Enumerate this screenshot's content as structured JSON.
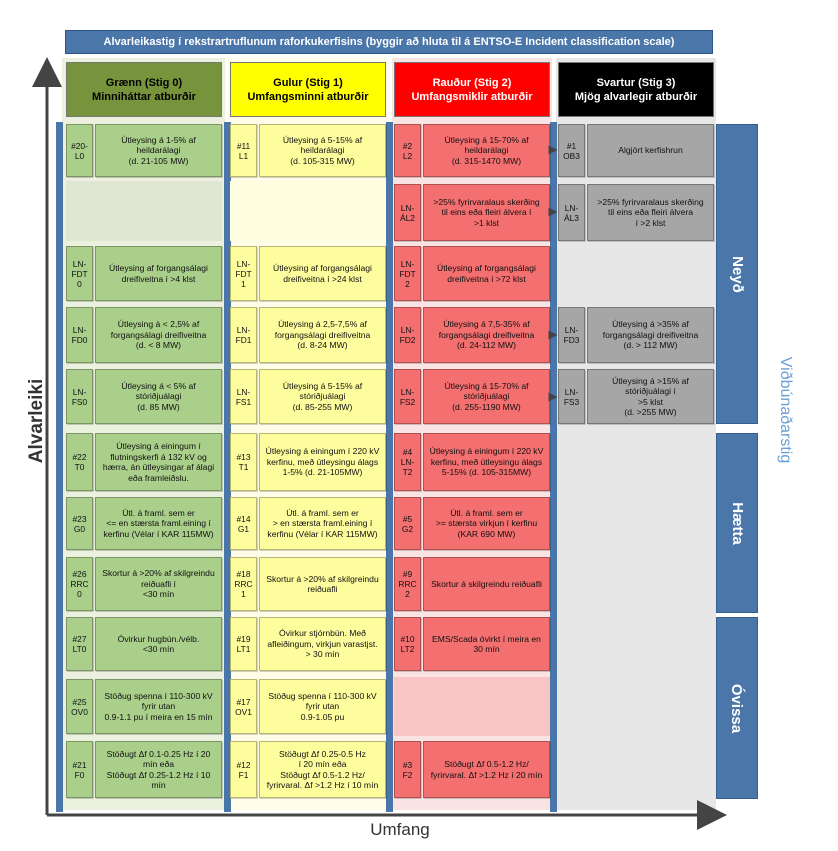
{
  "title": "Alvarleikastig í rekstrartruflunum raforkukerfisins (byggir að hluta til á ENTSO-E Incident classification scale)",
  "axis": {
    "y": "Alvarleiki",
    "x": "Umfang",
    "side": "Viðbúnaðarstig"
  },
  "levels": {
    "neyd": "Neyð",
    "haetta": "Hætta",
    "ovissa": "Óvissa"
  },
  "headers": {
    "green": {
      "line1": "Grænn (Stig 0)",
      "line2": "Minniháttar atburðir"
    },
    "yellow": {
      "line1": "Gulur (Stig 1)",
      "line2": "Umfangsminni atburðir"
    },
    "red": {
      "line1": "Rauður (Stig 2)",
      "line2": "Umfangsmiklir atburðir"
    },
    "black": {
      "line1": "Svartur (Stig 3)",
      "line2": "Mjög alvarlegir atburðir"
    }
  },
  "colors": {
    "green": "#a9cf8a",
    "yellow": "#fdfd9e",
    "red": "#f46f6f",
    "black": "#a6a6a6",
    "accent": "#4a76a9"
  },
  "rows": {
    "l": {
      "green": {
        "code": "#20-\nL0",
        "text": "Útleysing á 1-5% af\nheildarálagi\n(d. 21-105 MW)"
      },
      "yellow": {
        "code": "#11\nL1",
        "text": "Útleysing á 5-15% af\nheildarálagi\n(d. 105-315 MW)"
      },
      "red": {
        "code": "#2\nL2",
        "text": "Útleysing á 15-70% af\nheildarálagi\n(d. 315-1470 MW)"
      },
      "black": {
        "code": "#1\nOB3",
        "text": "Algjört kerfishrun"
      }
    },
    "al": {
      "red": {
        "code": "LN-\nÁL2",
        "text": ">25% fyrirvaralaus skerðing\ntil eins eða fleiri álvera í\n>1 klst"
      },
      "black": {
        "code": "LN-\nÁL3",
        "text": ">25% fyrirvaralaus skerðing\ntil eins eða fleiri álvera\ní >2 klst"
      }
    },
    "fdt": {
      "green": {
        "code": "LN-\nFDT\n0",
        "text": "Útleysing af forgangsálagi\ndreifiveitna í >4 klst"
      },
      "yellow": {
        "code": "LN-\nFDT\n1",
        "text": "Útleysing af forgangsálagi\ndreifiveitna í >24 klst"
      },
      "red": {
        "code": "LN-\nFDT\n2",
        "text": "Útleysing af forgangsálagi\ndreifiveitna í >72 klst"
      }
    },
    "fd": {
      "green": {
        "code": "LN-\nFD0",
        "text": "Útleysing á < 2,5% af\nforgangsálagi dreifiveitna\n(d. < 8 MW)"
      },
      "yellow": {
        "code": "LN-\nFD1",
        "text": "Útleysing á 2,5-7,5% af\nforgangsálagi dreifiveitna\n(d. 8-24 MW)"
      },
      "red": {
        "code": "LN-\nFD2",
        "text": "Útleysing á 7,5-35% af\nforgangsálagi dreifiveitna\n(d. 24-112 MW)"
      },
      "black": {
        "code": "LN-\nFD3",
        "text": "Útleysing á >35% af\nforgangsálagi dreifiveitna\n(d. > 112 MW)"
      }
    },
    "fs": {
      "green": {
        "code": "LN-\nFS0",
        "text": "Útleysing á < 5% af\nstóriðjuálagi\n(d.  85 MW)"
      },
      "yellow": {
        "code": "LN-\nFS1",
        "text": "Útleysing á 5-15% af\nstóriðjuálagi\n(d. 85-255 MW)"
      },
      "red": {
        "code": "LN-\nFS2",
        "text": "Útleysing á 15-70% af\nstóriðjuálagi\n(d. 255-1190 MW)"
      },
      "black": {
        "code": "LN-\nFS3",
        "text": "Útleysing á >15% af\nstóriðjuálagi í\n>5 klst\n(d. >255 MW)"
      }
    },
    "t": {
      "green": {
        "code": "#22\nT0",
        "text": "Útleysing á einingum í\nflutningskerfi á 132 kV og\nhærra, án útleysingar af álagi\neða framleiðslu."
      },
      "yellow": {
        "code": "#13\nT1",
        "text": "Útleysing á einingum í 220 kV\nkerfinu, með útleysingu álags\n1-5% (d. 21-105MW)"
      },
      "red": {
        "code": "#4\nLN-\nT2",
        "text": "Útleysing á einingum í 220 kV\nkerfinu, með útleysingu álags\n5-15% (d. 105-315MW)"
      }
    },
    "g": {
      "green": {
        "code": "#23\nG0",
        "text": "Útl. á framl. sem er\n<= en stærsta framl.eining í\nkerfinu (Vélar í KAR 115MW)"
      },
      "yellow": {
        "code": "#14\nG1",
        "text": "Útl. á framl. sem er\n> en stærsta framl.eining í\nkerfinu (Vélar í KAR 115MW)"
      },
      "red": {
        "code": "#5\nG2",
        "text": "Útl. á framl. sem er\n>= stærsta virkjun í kerfinu\n(KAR 690 MW)"
      }
    },
    "rrc": {
      "green": {
        "code": "#26\nRRC\n0",
        "text": "Skortur á >20% af skilgreindu\nreiðuafli í\n<30 mín"
      },
      "yellow": {
        "code": "#18\nRRC\n1",
        "text": "Skortur á >20% af skilgreindu\nreiðuafli"
      },
      "red": {
        "code": "#9\nRRC\n2",
        "text": "Skortur á skilgreindu reiðuafli"
      }
    },
    "lt": {
      "green": {
        "code": "#27\nLT0",
        "text": "Óvirkur hugbún./vélb.\n<30 mín"
      },
      "yellow": {
        "code": "#19\nLT1",
        "text": "Óvirkur stjórnbún. Með\nafleiðingum, virkjun varastjst.\n> 30 mín"
      },
      "red": {
        "code": "#10\nLT2",
        "text": "EMS/Scada óvirkt í meira en\n30 mín"
      }
    },
    "ov": {
      "green": {
        "code": "#25\nOV0",
        "text": "Stöðug spenna í 110-300 kV\nfyrir utan\n0.9-1.1 pu í meira en 15 mín"
      },
      "yellow": {
        "code": "#17\nOV1",
        "text": "Stöðug spenna í 110-300 kV\nfyrir utan\n0.9-1.05 pu"
      }
    },
    "f": {
      "green": {
        "code": "#21\nF0",
        "text": "Stöðugt Δf 0.1-0.25 Hz í 20\nmín eða\nStöðugt Δf 0.25-1.2 Hz í 10\nmín"
      },
      "yellow": {
        "code": "#12\nF1",
        "text": "Stöðugt Δf 0.25-0.5 Hz\ní 20 mín eða\nStöðugt Δf 0.5-1.2 Hz/\nfyrirvaral. Δf >1.2 Hz í 10 mín"
      },
      "red": {
        "code": "#3\nF2",
        "text": "Stöðugt Δf 0.5-1.2 Hz/\nfyrirvaral. Δf >1.2 Hz í 20 mín"
      }
    }
  }
}
